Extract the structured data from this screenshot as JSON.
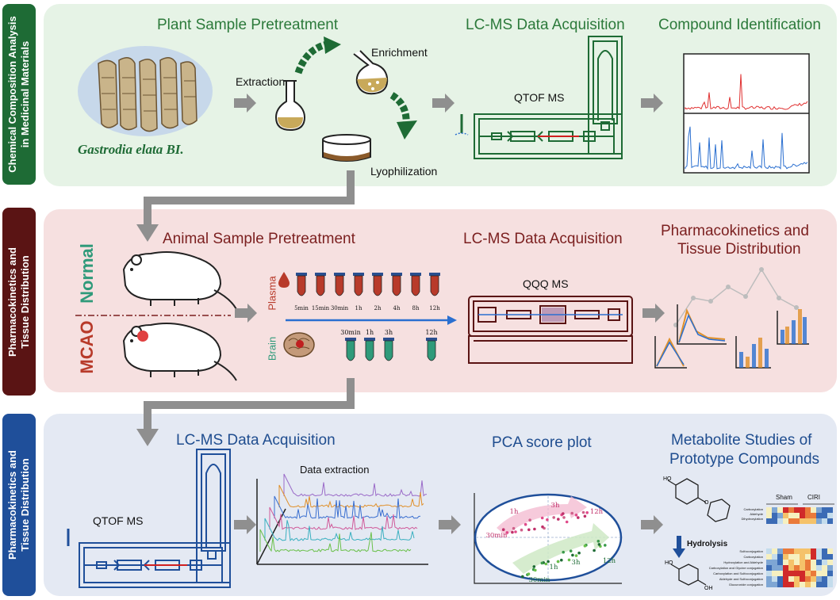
{
  "row1": {
    "side_lines": [
      "Chemical Composition Analysis",
      "in Medicinal Materials"
    ],
    "title_pretreatment": "Plant Sample Pretreatment",
    "title_acquisition": "LC-MS Data Acquisition",
    "title_identification": "Compound Identification",
    "species": "Gastrodia elata BI.",
    "step_extraction": "Extraction",
    "step_enrichment": "Enrichment",
    "step_lyophilization": "Lyophilization",
    "instrument": "QTOF MS",
    "colors": {
      "panel": "#e6f3e6",
      "side": "#1e6b35",
      "chrom_top": "#e03030",
      "chrom_bottom": "#2a6fd0"
    }
  },
  "row2": {
    "side_lines": [
      "Pharmacokinetics and",
      "Tissue Distribution"
    ],
    "title_pretreatment": "Animal Sample Pretreatment",
    "title_acquisition": "LC-MS Data Acquisition",
    "title_pk_line1": "Pharmacokinetics and",
    "title_pk_line2": "Tissue Distribution",
    "group_normal": "Normal",
    "group_mcao": "MCAO",
    "label_plasma": "Plasma",
    "label_brain": "Brain",
    "plasma_times": [
      "5min",
      "15min",
      "30min",
      "1h",
      "2h",
      "4h",
      "8h",
      "12h"
    ],
    "brain_times": [
      "30min",
      "1h",
      "3h",
      "12h"
    ],
    "instrument": "QQQ MS",
    "colors": {
      "panel": "#f6e0e0",
      "side": "#5a1414",
      "plasma": "#b83a2a",
      "brain": "#2f9a7a",
      "arrow": "#2a6fd0"
    }
  },
  "row3": {
    "side_lines": [
      "Pharmacokinetics and",
      "Tissue Distribution"
    ],
    "title_acquisition": "LC-MS Data Acquisition",
    "title_pca": "PCA score plot",
    "title_metabolite_line1": "Metabolite Studies of",
    "title_metabolite_line2": "Prototype Compounds",
    "instrument": "QTOF MS",
    "data_extraction": "Data extraction",
    "pca_times_top": [
      "30min",
      "1h",
      "3h",
      "12h"
    ],
    "pca_times_bottom": [
      "30min",
      "1h",
      "3h",
      "12h"
    ],
    "heatmap_groups": [
      "Sham",
      "CIRI"
    ],
    "hydrolysis": "Hydrolysis",
    "heatmap_rows_top": [
      "Carboxylation",
      "Aldehyde",
      "Dihydroxylation"
    ],
    "heatmap_rows_bottom": [
      "Sulfoconjugation",
      "Carboxylation",
      "Hydroxylation and Aldehyde",
      "Carboxylation and Glycine conjugation",
      "Carboxylation and Sulfoconjugation",
      "Aldehyde and Sulfoconjugation",
      "Glucuronide conjugation"
    ],
    "colors": {
      "panel": "#e4e9f3",
      "side": "#1f4f9a"
    }
  }
}
